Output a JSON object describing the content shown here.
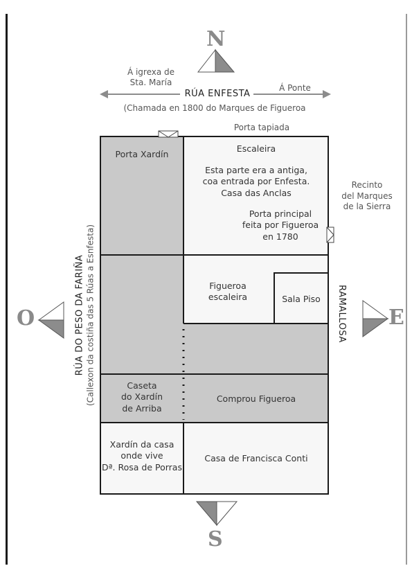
{
  "compass": {
    "north": "N",
    "south": "S",
    "east": "E",
    "west": "O"
  },
  "streets": {
    "top_name": "RÚA ENFESTA",
    "top_subtitle": "(Chamada en 1800 do Marques de Figueroa",
    "left_arrow_line1": "Á igrexa de",
    "left_arrow_line2": "Sta. María",
    "right_arrow": "Á Ponte",
    "left_name": "RÚA DO PESO DA FARIÑA",
    "left_subtitle": "(Callexon da costiña das 5 Rúas a Esnfesta)",
    "right_name": "RAMALLOSA"
  },
  "labels": {
    "porta_tapiada": "Porta tapiada",
    "porta_xardin": "Porta Xardín",
    "escaleira": "Escaleira",
    "antiga_1": "Esta parte era a antiga,",
    "antiga_2": "coa entrada por Enfesta.",
    "antiga_3": "Casa das Anclas",
    "recinto_1": "Recinto",
    "recinto_2": "del Marques",
    "recinto_3": "de la Sierra",
    "porta_principal_1": "Porta principal",
    "porta_principal_2": "feita por Figueroa",
    "porta_principal_3": "en 1780",
    "figueroa_escaleira_1": "Figueroa",
    "figueroa_escaleira_2": "escaleira",
    "sala_piso": "Sala Piso",
    "caseta_1": "Caseta",
    "caseta_2": "do Xardín",
    "caseta_3": "de Arriba",
    "comprou": "Comprou Figueroa",
    "xardin_casa_1": "Xardín da casa",
    "xardin_casa_2": "onde vive",
    "xardin_casa_3": "Dª. Rosa de Porras",
    "francisca": "Casa de Francisca Conti"
  },
  "colors": {
    "shade": "#c9c9c9",
    "light": "#f7f7f7",
    "line": "#1a1a1a",
    "arrow": "#8c8c8c"
  }
}
